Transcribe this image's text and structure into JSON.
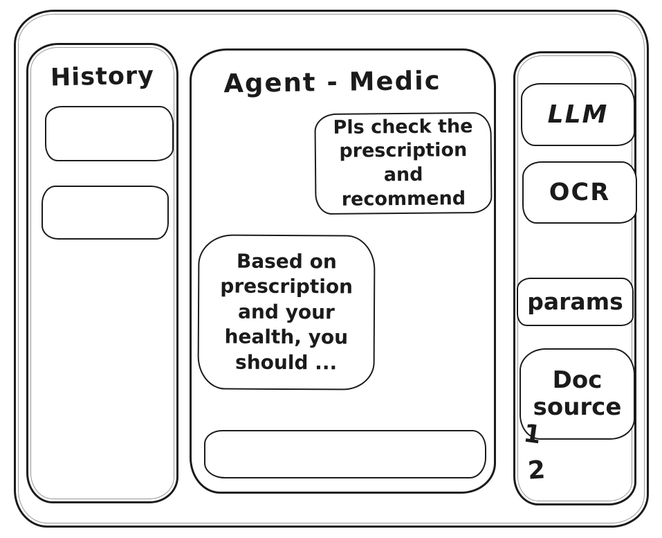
{
  "window": {
    "background": "#ffffff",
    "stroke_color": "#1b1b1b"
  },
  "history_panel": {
    "title": "History",
    "items": [
      {
        "label": ""
      },
      {
        "label": ""
      }
    ]
  },
  "chat_panel": {
    "title": "Agent - Medic",
    "messages": [
      {
        "role": "user",
        "text": "Pls check the prescription and recommend"
      },
      {
        "role": "assistant",
        "text": "Based on prescription and your health, you should ..."
      }
    ],
    "input": {
      "value": "",
      "placeholder": ""
    }
  },
  "tools_panel": {
    "buttons": [
      {
        "label": "LLM"
      },
      {
        "label": "OCR"
      },
      {
        "label": "params"
      },
      {
        "label": "Doc source"
      }
    ],
    "doc_source_items": [
      "1",
      "2"
    ]
  }
}
